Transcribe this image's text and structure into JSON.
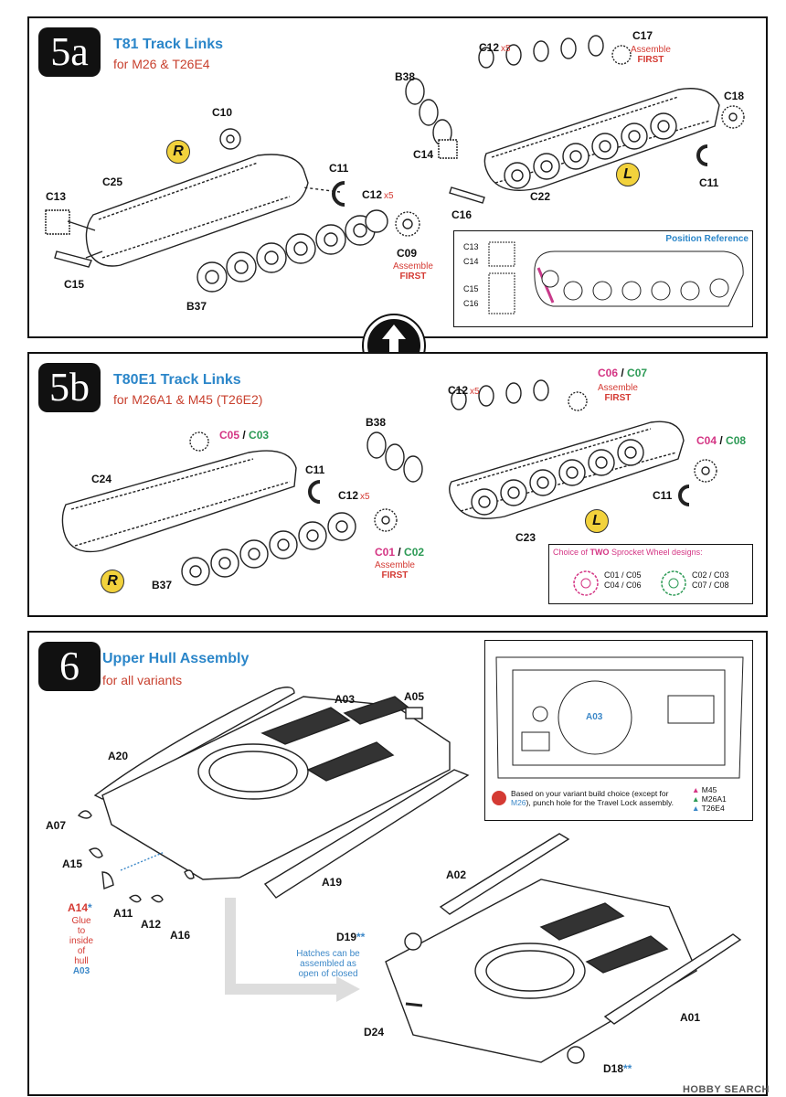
{
  "step5a": {
    "number": "5a",
    "title": "T81 Track Links",
    "subtitle": "for M26 & T26E4",
    "labels": {
      "c10": "C10",
      "c25": "C25",
      "c13": "C13",
      "c15": "C15",
      "b37": "B37",
      "c11_left": "C11",
      "c12_left": "C12",
      "c12_left_qty": "x5",
      "c09": "C09",
      "c09_note1": "Assemble",
      "c09_note2": "FIRST",
      "b38": "B38",
      "c12_right": "C12",
      "c12_right_qty": "x5",
      "c17": "C17",
      "c17_note1": "Assemble",
      "c17_note2": "FIRST",
      "c18": "C18",
      "c14": "C14",
      "c16": "C16",
      "c22": "C22",
      "c11_right": "C11"
    },
    "side_right": "R",
    "side_left": "L",
    "reference": {
      "title": "Position Reference",
      "c13": "C13",
      "c14": "C14",
      "c15": "C15",
      "c16": "C16"
    }
  },
  "step5b": {
    "number": "5b",
    "title": "T80E1 Track Links",
    "subtitle": "for M26A1 & M45 (T26E2)",
    "labels": {
      "c05": "C05",
      "slash": "/",
      "c03": "C03",
      "c24": "C24",
      "c11_left": "C11",
      "c12_left": "C12",
      "c12_left_qty": "x5",
      "c01": "C01",
      "c02": "C02",
      "assemble": "Assemble",
      "first": "FIRST",
      "b37": "B37",
      "b38": "B38",
      "c12_right": "C12",
      "c12_right_qty": "x5",
      "c06": "C06",
      "c07": "C07",
      "c04": "C04",
      "c08": "C08",
      "c11_right": "C11",
      "c23": "C23"
    },
    "side_right": "R",
    "side_left": "L",
    "choice": {
      "title_pre": "Choice of ",
      "title_em": "TWO",
      "title_post": " Sprocket Wheel designs:",
      "a_line1": "C01 / C05",
      "a_line2": "C04 / C06",
      "b_line1": "C02 / C03",
      "b_line2": "C07 / C08"
    }
  },
  "step6": {
    "number": "6",
    "title": "Upper Hull Assembly",
    "subtitle": "for all variants",
    "labels": {
      "a03": "A03",
      "a05": "A05",
      "a20": "A20",
      "a07": "A07",
      "a15": "A15",
      "a14": "A14",
      "a14_star": "*",
      "glue1": "Glue to",
      "glue2": "inside of",
      "glue3": "hull",
      "glue_part": "A03",
      "a11": "A11",
      "a12": "A12",
      "a16": "A16",
      "a19": "A19",
      "a02": "A02",
      "d19": "D19",
      "d19_star": "**",
      "hatch1": "Hatches can be",
      "hatch2": "assembled as",
      "hatch3": "open of closed",
      "d24": "D24",
      "a01": "A01",
      "d18": "D18",
      "d18_star": "**"
    },
    "inset": {
      "a03": "A03",
      "note_pre": "Based on your variant build choice (except for ",
      "note_part": "M26",
      "note_post": "), punch hole for the Travel Lock assembly.",
      "legend": [
        "M45",
        "M26A1",
        "T26E4"
      ]
    }
  },
  "watermark": "HOBBY SEARCH",
  "colors": {
    "title_blue": "#2b86c9",
    "note_red": "#d43a33",
    "magenta": "#d43584",
    "green": "#2c9a55",
    "side_yellow": "#f2d23c"
  }
}
